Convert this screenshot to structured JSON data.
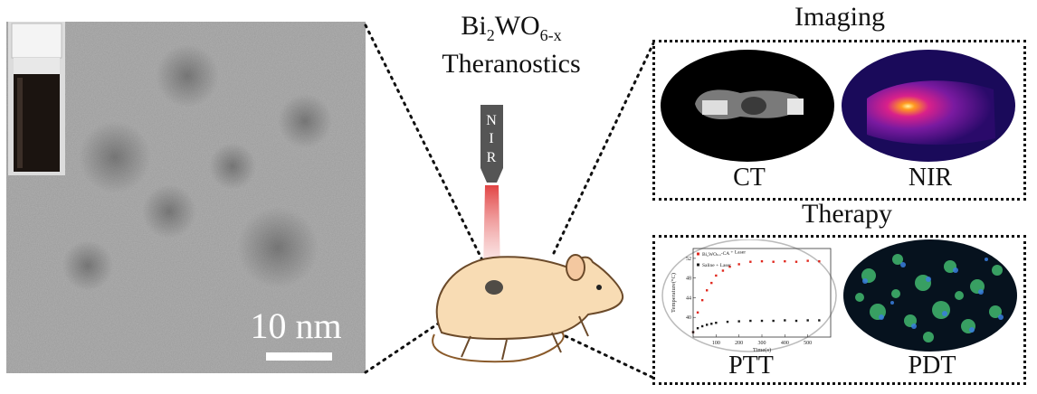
{
  "tem": {
    "scale_value": "10 nm"
  },
  "title": {
    "formula_base": "Bi",
    "formula_sub1": "2",
    "formula_mid": "WO",
    "formula_sub2": "6-x",
    "line2": "Theranostics"
  },
  "probe": {
    "letters": [
      "N",
      "I",
      "R"
    ]
  },
  "imaging": {
    "title": "Imaging",
    "panels": [
      {
        "caption": "CT"
      },
      {
        "caption": "NIR"
      }
    ]
  },
  "therapy": {
    "title": "Therapy",
    "panels": [
      {
        "caption": "PTT"
      },
      {
        "caption": "PDT"
      }
    ]
  },
  "chart_data": {
    "type": "scatter",
    "xlabel": "Time(s)",
    "ylabel": "Temperature(°C)",
    "xlim": [
      0,
      600
    ],
    "ylim": [
      36,
      54
    ],
    "xticks": [
      "100",
      "200",
      "300",
      "400",
      "500"
    ],
    "yticks": [
      "40",
      "44",
      "48",
      "52"
    ],
    "series": [
      {
        "name": "Bi2WO6-x-CA + Laser",
        "legend_parts": [
          "Bi",
          "2",
          "WO",
          "6-x",
          "-CA",
          "",
          " + Laser"
        ],
        "color": "#e0281e",
        "x": [
          0,
          20,
          40,
          60,
          80,
          100,
          130,
          160,
          200,
          250,
          300,
          350,
          400,
          450,
          500,
          550
        ],
        "y": [
          37,
          41,
          43.5,
          45.5,
          47,
          48.5,
          49.5,
          50.3,
          50.8,
          51.3,
          51.4,
          51.3,
          51.4,
          51.3,
          51.5,
          51.4
        ]
      },
      {
        "name": "Saline + Laser",
        "color": "#1a1a1a",
        "x": [
          0,
          20,
          40,
          60,
          80,
          100,
          150,
          200,
          250,
          300,
          350,
          400,
          450,
          500,
          550
        ],
        "y": [
          37,
          37.8,
          38.2,
          38.5,
          38.7,
          38.9,
          39.1,
          39.2,
          39.3,
          39.3,
          39.3,
          39.4,
          39.3,
          39.4,
          39.4
        ]
      }
    ]
  }
}
